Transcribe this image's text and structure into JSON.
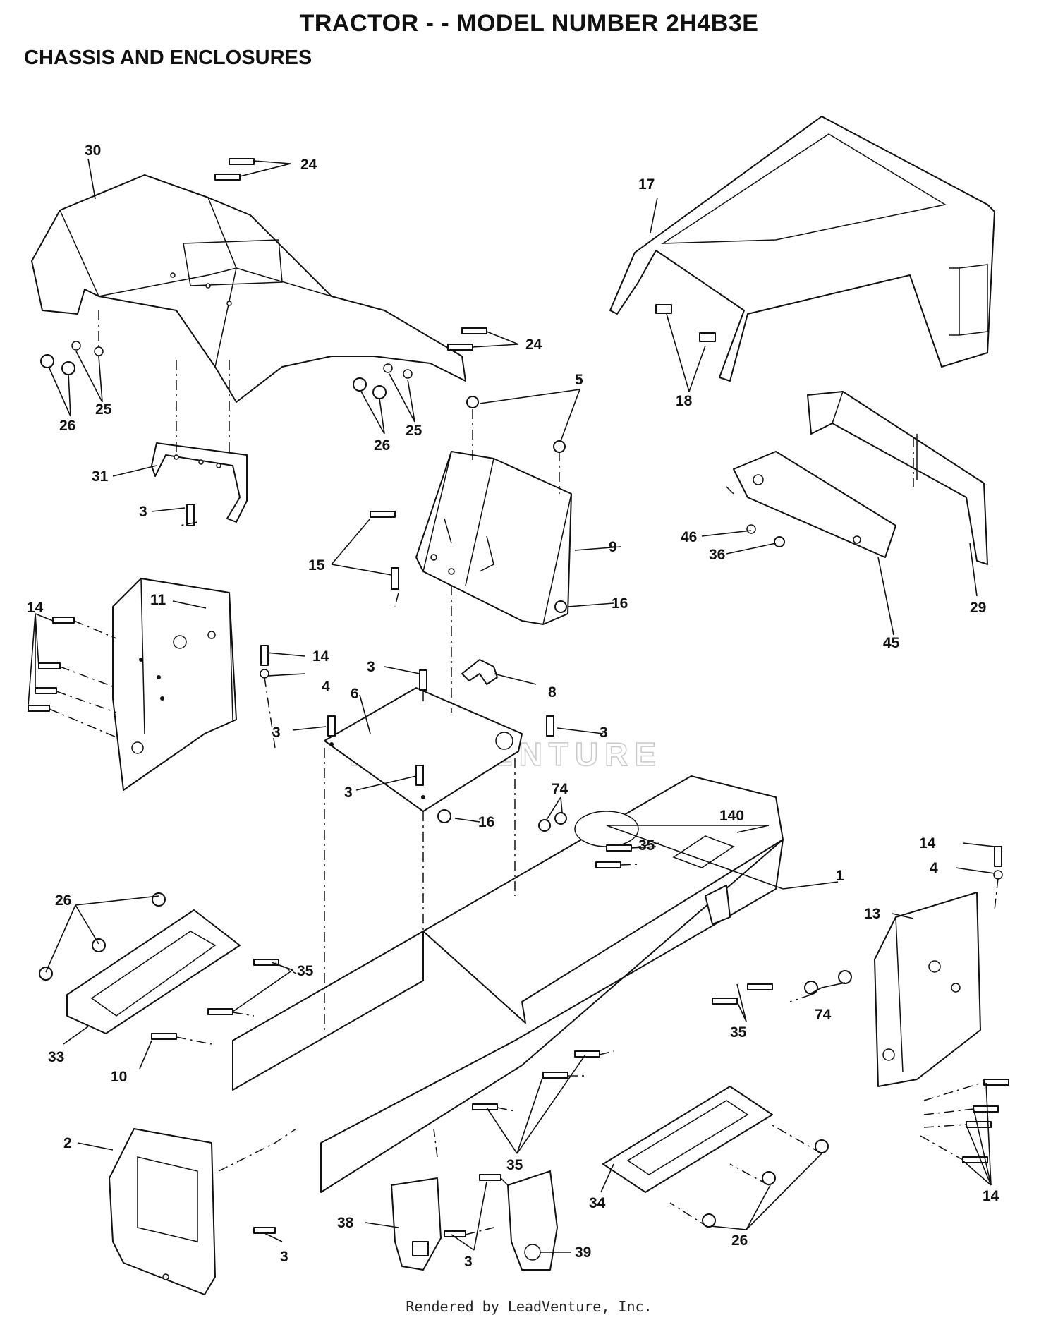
{
  "header": {
    "title": "TRACTOR - - MODEL NUMBER 2H4B3E",
    "section": "CHASSIS AND ENCLOSURES"
  },
  "watermark": "LEADVENTURE",
  "footer": "Rendered by LeadVenture, Inc.",
  "callouts": {
    "c30": "30",
    "c24a": "24",
    "c24b": "24",
    "c17": "17",
    "c18": "18",
    "c25a": "25",
    "c26a": "26",
    "c25b": "25",
    "c26b": "26",
    "c5": "5",
    "c31": "31",
    "c3a": "3",
    "c9": "9",
    "c15": "15",
    "c16a": "16",
    "c46": "46",
    "c36": "36",
    "c29": "29",
    "c45": "45",
    "c14a": "14",
    "c11": "11",
    "c14b": "14",
    "c4a": "4",
    "c3b": "3",
    "c8": "8",
    "c6": "6",
    "c3c": "3",
    "c3d": "3",
    "c3e": "3",
    "c16b": "16",
    "c74a": "74",
    "c140": "140",
    "c35a": "35",
    "c1": "1",
    "c14c": "14",
    "c4b": "4",
    "c13": "13",
    "c26c": "26",
    "c35b": "35",
    "c35c": "35",
    "c74b": "74",
    "c33": "33",
    "c10": "10",
    "c2": "2",
    "c35d": "35",
    "c34": "34",
    "c14d": "14",
    "c38": "38",
    "c3f": "3",
    "c3g": "3",
    "c39": "39",
    "c26d": "26"
  }
}
